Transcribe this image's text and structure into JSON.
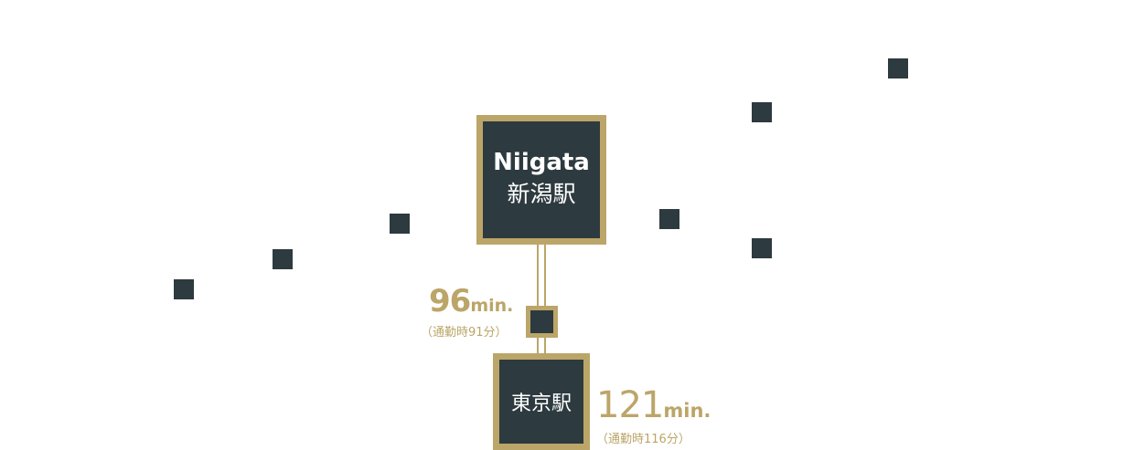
{
  "stations": {
    "niigata": {
      "name_en": "Niigata",
      "name_jp": "新潟駅"
    },
    "tokyo": {
      "name_jp": "東京駅"
    }
  },
  "times": {
    "mid": {
      "value": "96",
      "unit": "min.",
      "note": "（通勤時91分）"
    },
    "tokyo": {
      "value": "121",
      "unit": "min.",
      "note": "（通勤時116分）"
    }
  },
  "colors": {
    "gold": "#bba568",
    "dark": "#2d3a3f",
    "background": "#ffffff"
  }
}
